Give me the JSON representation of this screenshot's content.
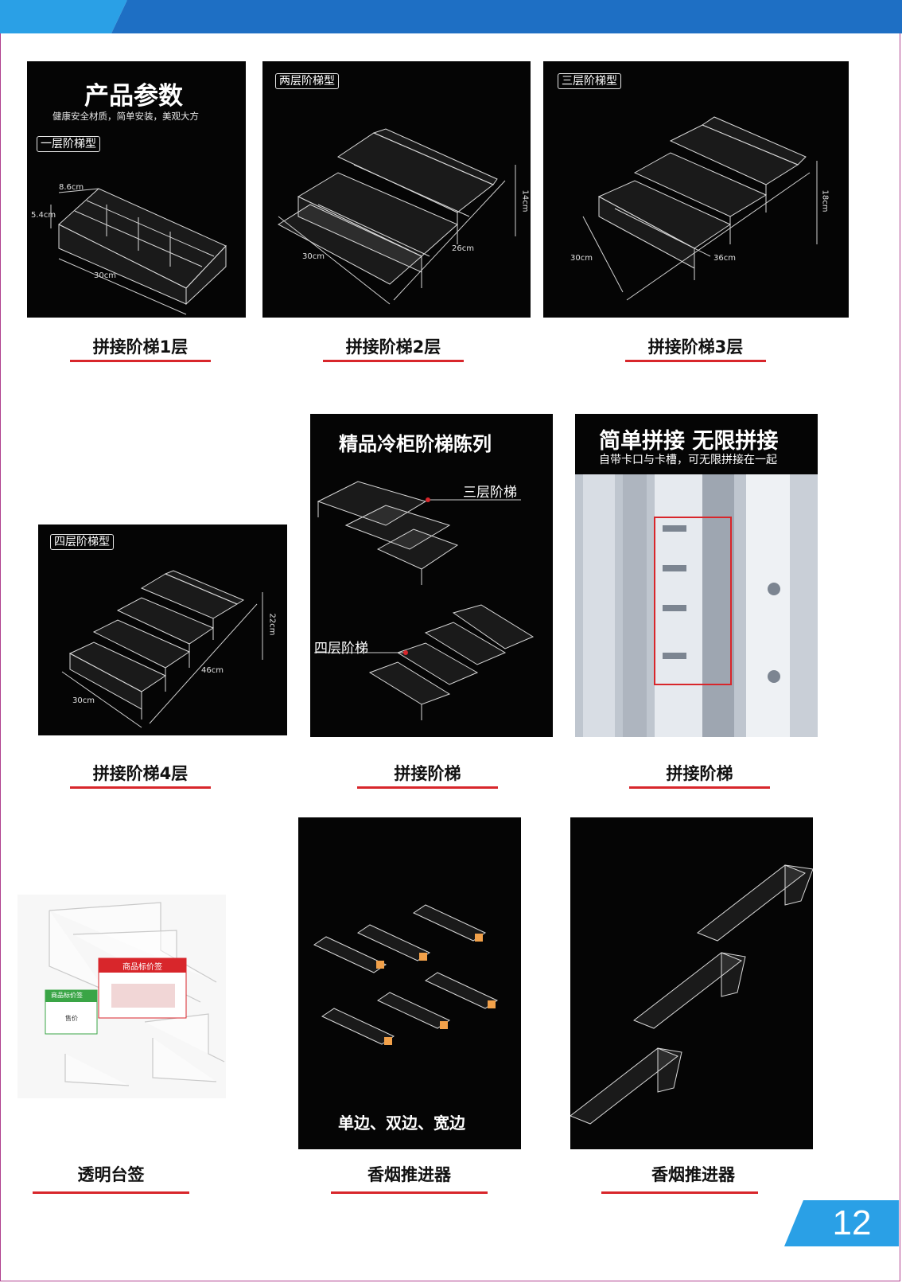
{
  "colors": {
    "header_blue": "#1e6fc4",
    "header_light": "#2aa0e6",
    "accent_red": "#d8262b",
    "frame": "#b0408f"
  },
  "panel1": {
    "title": "产品参数",
    "subtitle": "健康安全材质，简单安装，美观大方",
    "tag": "一层阶梯型",
    "dim_depth": "8.6cm",
    "dim_height": "5.4cm",
    "dim_width": "30cm"
  },
  "panel2": {
    "tag": "两层阶梯型",
    "dim_height": "14cm",
    "dim_depth": "30cm",
    "dim_width": "26cm"
  },
  "panel3": {
    "tag": "三层阶梯型",
    "dim_height": "18cm",
    "dim_depth": "30cm",
    "dim_width": "36cm"
  },
  "panel4": {
    "tag": "四层阶梯型",
    "dim_height": "22cm",
    "dim_width": "46cm",
    "dim_depth": "30cm"
  },
  "panel5": {
    "title": "精品冷柜阶梯陈列",
    "label_three": "三层阶梯",
    "label_four": "四层阶梯"
  },
  "panel6": {
    "title": "简单拼接 无限拼接",
    "subtitle": "自带卡口与卡槽，可无限拼接在一起"
  },
  "panel8": {
    "subtitle": "单边、双边、宽边"
  },
  "tagcard": {
    "red_title": "商品标价签",
    "green_title": "商品标价签",
    "price_label": "售价"
  },
  "captions": [
    "拼接阶梯1层",
    "拼接阶梯2层",
    "拼接阶梯3层",
    "拼接阶梯4层",
    "拼接阶梯",
    "拼接阶梯",
    "透明台签",
    "香烟推进器",
    "香烟推进器"
  ],
  "page_number": "12"
}
